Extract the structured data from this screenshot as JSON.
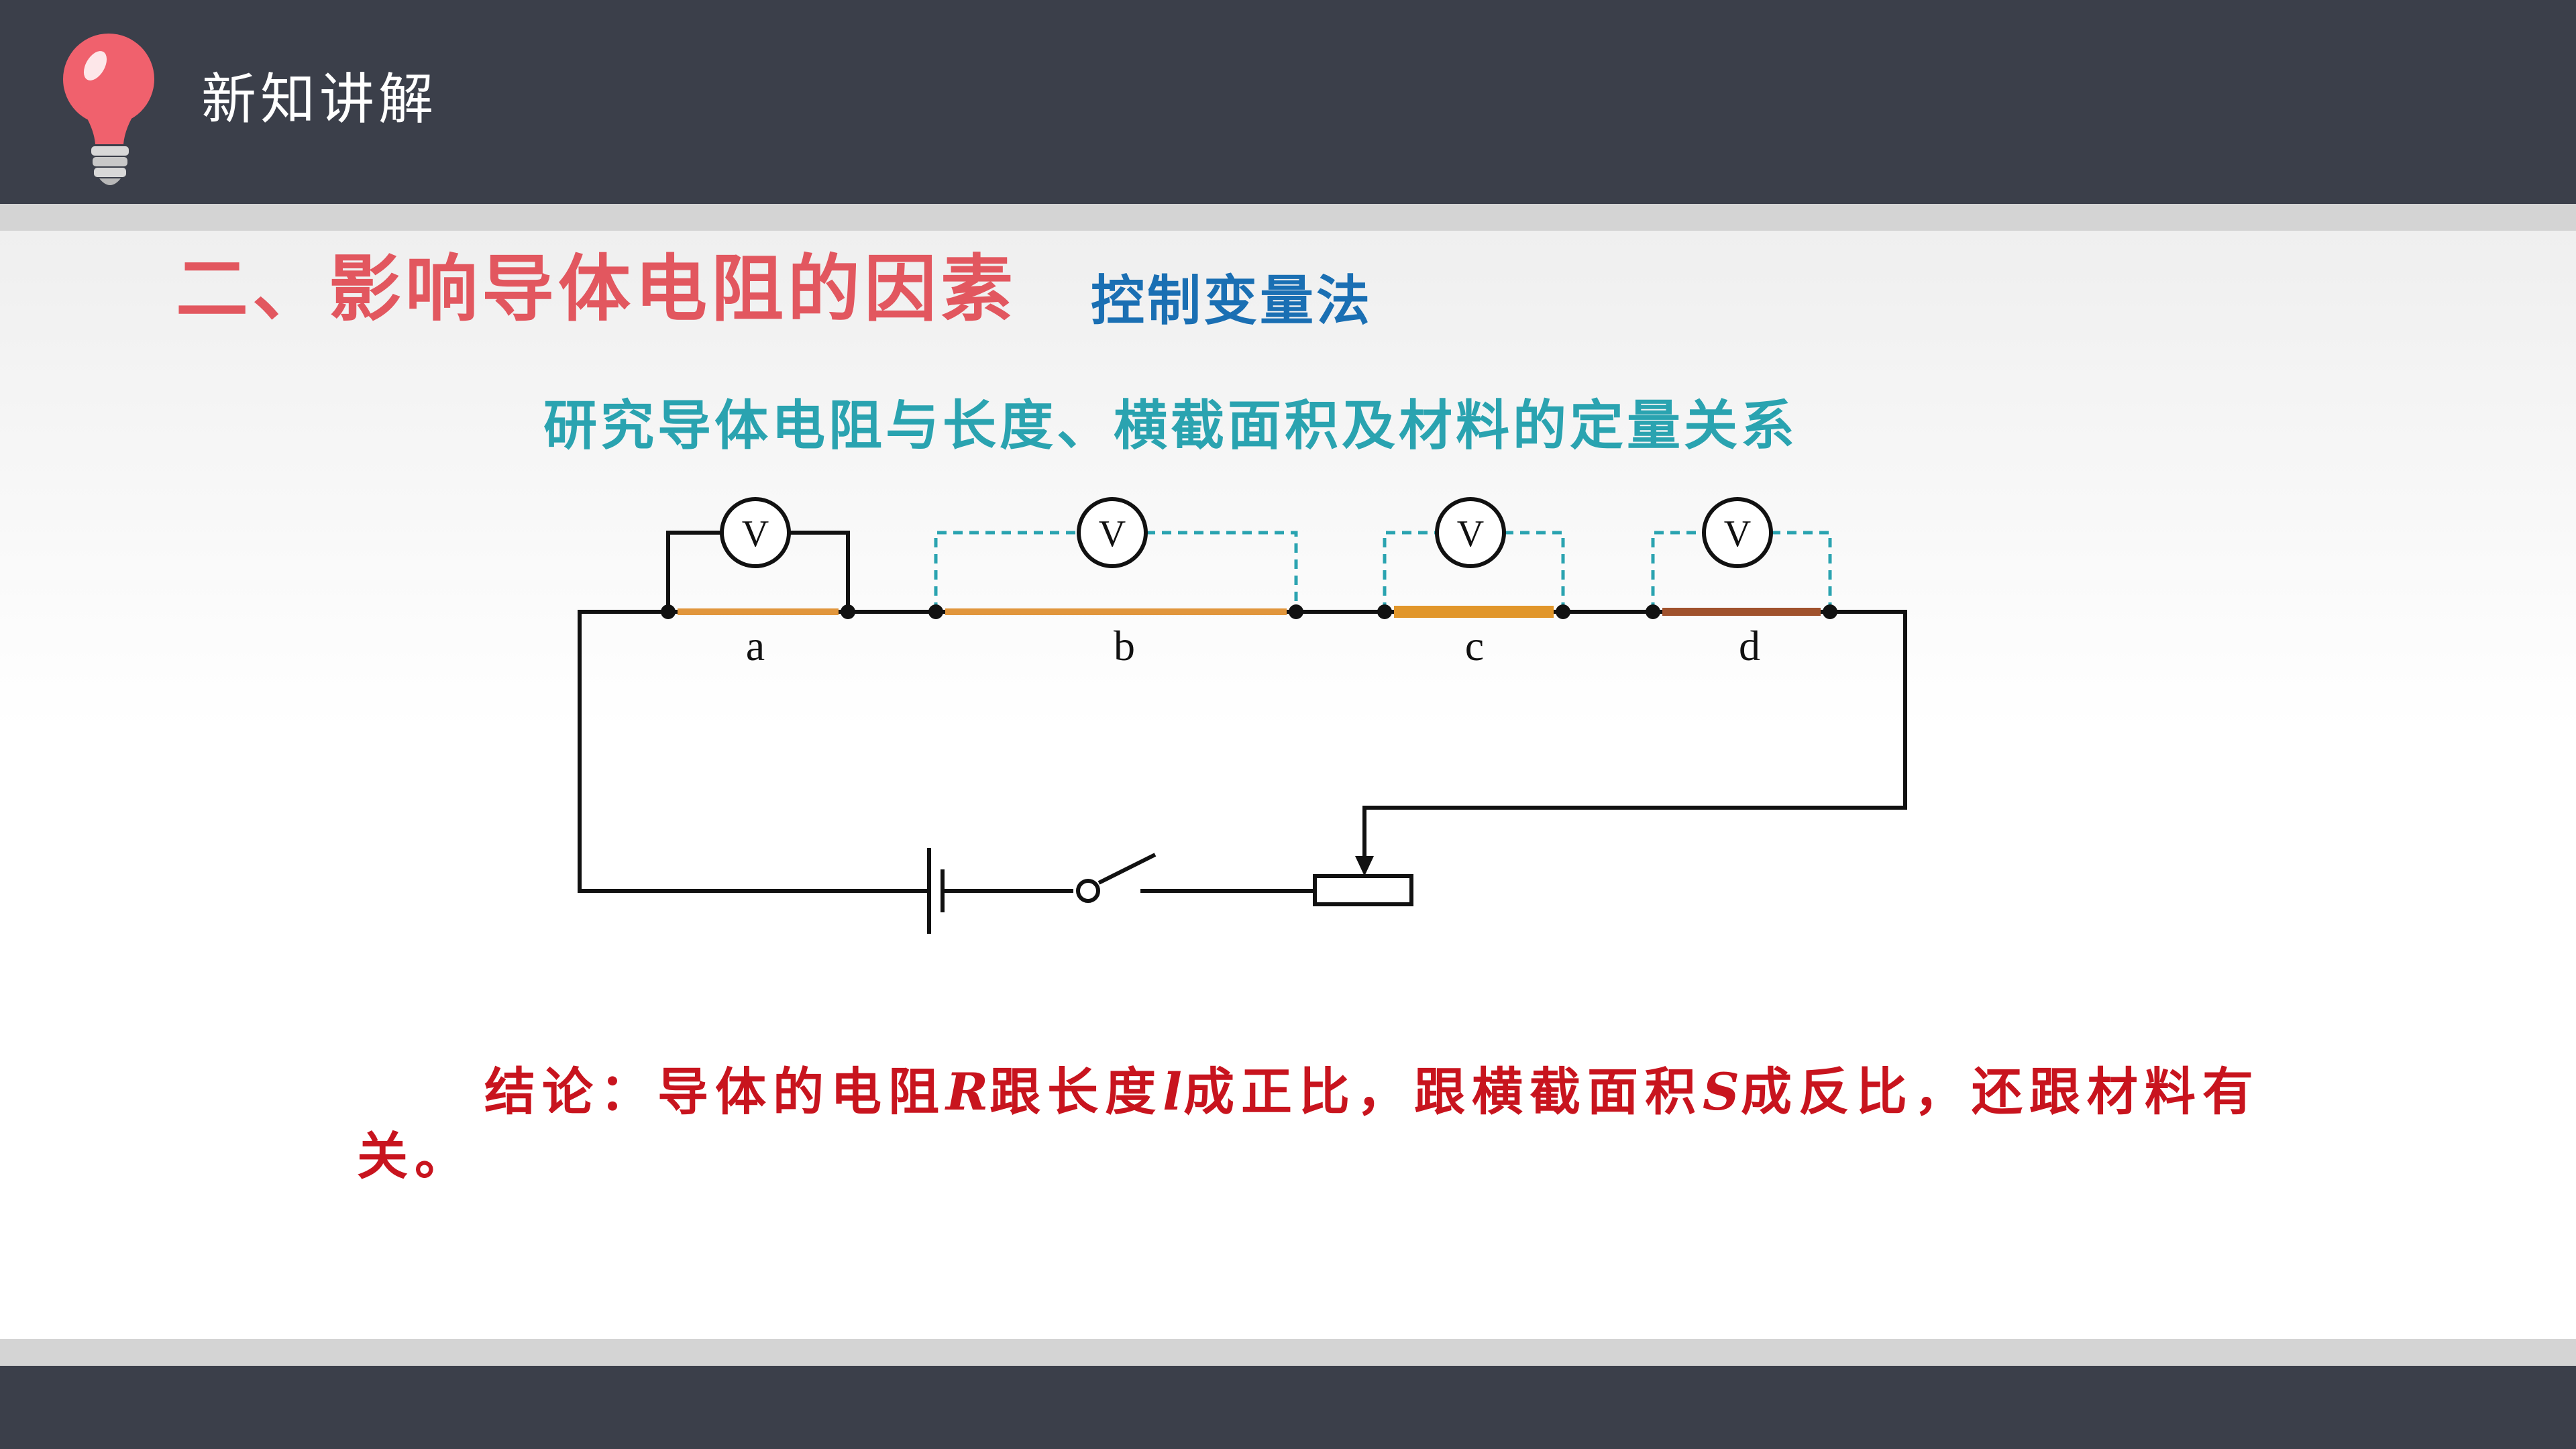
{
  "header": {
    "title": "新知讲解"
  },
  "slide": {
    "section_title": "二、影响导体电阻的因素",
    "method_label": "控制变量法",
    "subtitle": "研究导体电阻与长度、横截面积及材料的定量关系"
  },
  "circuit": {
    "meter_symbol": "V",
    "conductors": [
      {
        "label": "a",
        "color": "#e1963c",
        "line": "solid"
      },
      {
        "label": "b",
        "color": "#e1963c",
        "line": "dashed"
      },
      {
        "label": "c",
        "color": "#e1962a",
        "line": "dashed"
      },
      {
        "label": "d",
        "color": "#a0522d",
        "line": "dashed"
      }
    ],
    "wire_color": "#111111",
    "dashed_color": "#2aa3b0"
  },
  "conclusion": {
    "part1": "结论：导体的电阻",
    "sym_R": "R",
    "part2": "跟长度",
    "sym_l": "l",
    "part3": "成正比，跟横截面积",
    "sym_S": "S",
    "part4": "成反比，还跟材料有关。"
  },
  "colors": {
    "bar": "#3b3f4a",
    "stripe": "#d4d4d4",
    "title_red": "#e2575f",
    "method_blue": "#1a6fb3",
    "subtitle_teal": "#2aa3b0",
    "conclusion_red": "#c8141e"
  }
}
